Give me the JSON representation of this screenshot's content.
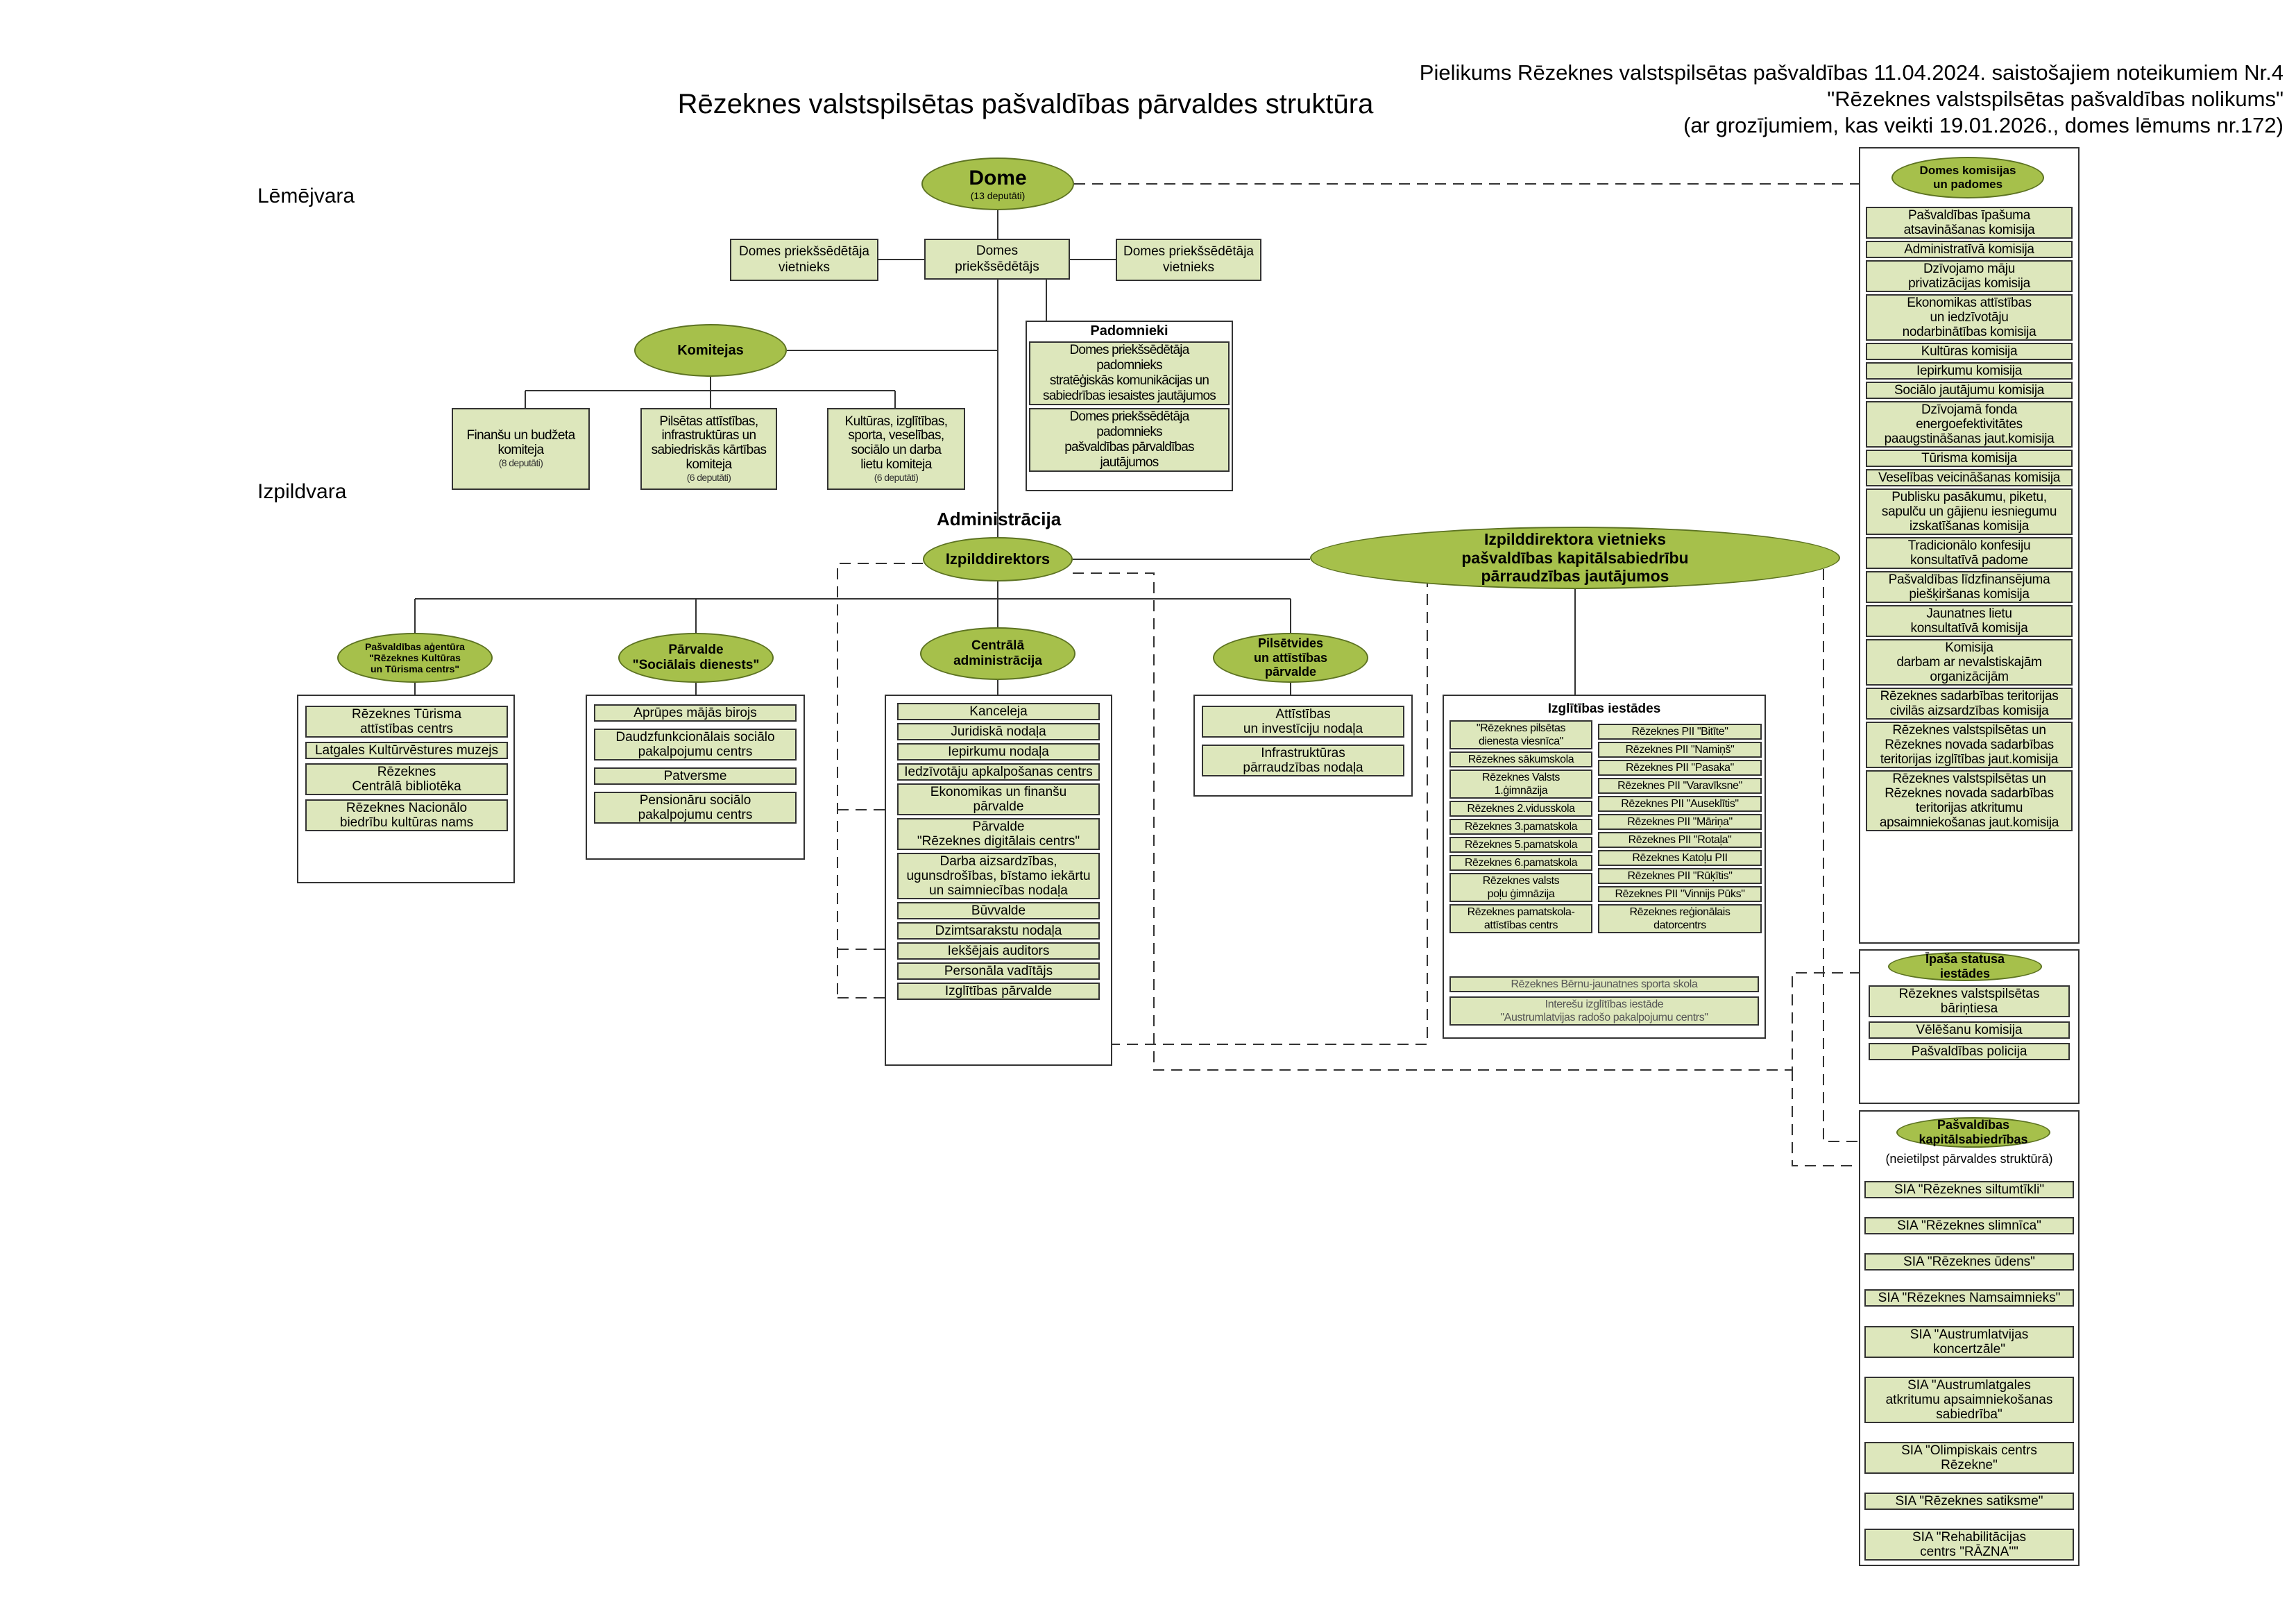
{
  "header": {
    "title": "Rēzeknes valstspilsētas pašvaldības pārvaldes struktūra",
    "annex_line1": "Pielikums  Rēzeknes valstspilsētas pašvaldības 11.04.2024. saistošajiem noteikumiem Nr.4",
    "annex_line2": "\"Rēzeknes valstspilsētas pašvaldības nolikums\"",
    "annex_line3": "(ar grozījumiem, kas veikti 19.01.2026., domes lēmums nr.172)"
  },
  "sections": {
    "legislative": "Lēmējvara",
    "executive": "Izpildvara"
  },
  "dome": {
    "title": "Dome",
    "note": "(13 deputāti)"
  },
  "chair": {
    "chairman": "Domes\npriekšsēdētājs",
    "deputy_left": "Domes priekšsēdētāja\nvietnieks",
    "deputy_right": "Domes priekšsēdētāja\nvietnieks"
  },
  "advisors": {
    "title": "Padomnieki",
    "items": [
      "Domes priekšsēdētāja\npadomnieks\nstratēģiskās komunikācijas un\nsabiedrības iesaistes jautājumos",
      "Domes priekšsēdētāja\npadomnieks\npašvaldības pārvaldības\njautājumos"
    ]
  },
  "committees": {
    "title": "Komitejas",
    "items": [
      {
        "name": "Finanšu un budžeta\nkomiteja",
        "note": "(8 deputāti)"
      },
      {
        "name": "Pilsētas attīstības,\ninfrastruktūras un\nsabiedriskās kārtības\nkomiteja",
        "note": "(6 deputāti)"
      },
      {
        "name": "Kultūras, izglītības,\nsporta, veselības,\nsociālo un darba\nlietu komiteja",
        "note": "(6 deputāti)"
      }
    ]
  },
  "administration": {
    "label": "Administrācija",
    "director": "Izpilddirektors",
    "deputy_director": "Izpilddirektora vietnieks\npašvaldības kapitālsabiedrību\npārraudzības jautājumos"
  },
  "agency": {
    "title": "Pašvaldības aģentūra\n\"Rēzeknes Kultūras\nun Tūrisma centrs\"",
    "items": [
      "Rēzeknes Tūrisma\nattīstības centrs",
      "Latgales Kultūrvēstures muzejs",
      "Rēzeknes\nCentrālā bibliotēka",
      "Rēzeknes  Nacionālo\nbiedrību kultūras nams"
    ]
  },
  "social": {
    "title": "Pārvalde\n\"Sociālais dienests\"",
    "items": [
      "Aprūpes mājās birojs",
      "Daudzfunkcionālais sociālo\npakalpojumu centrs",
      "Patversme",
      "Pensionāru sociālo\npakalpojumu centrs"
    ]
  },
  "central": {
    "title": "Centrālā\nadministrācija",
    "items": [
      "Kanceleja",
      "Juridiskā nodaļa",
      "Iepirkumu nodaļa",
      "Iedzīvotāju apkalpošanas centrs",
      "Ekonomikas un finanšu\npārvalde",
      "Pārvalde\n\"Rēzeknes digitālais centrs\"",
      "Darba aizsardzības,\nugunsdrošības, bīstamo iekārtu\nun saimniecības nodaļa",
      "Būvvalde",
      "Dzimtsarakstu nodaļa",
      "Iekšējais auditors",
      "Personāla vadītājs",
      "Izglītības pārvalde"
    ]
  },
  "urban": {
    "title": "Pilsētvides\nun attīstības\npārvalde",
    "items": [
      "Attīstības\nun investīciju nodaļa",
      "Infrastruktūras\npārraudzības nodaļa"
    ]
  },
  "education": {
    "title": "Izglītības iestādes",
    "left": [
      "\"Rēzeknes pilsētas\ndienesta viesnīca\"",
      "Rēzeknes sākumskola",
      "Rēzeknes Valsts\n1.ģimnāzija",
      "Rēzeknes 2.vidusskola",
      "Rēzeknes 3.pamatskola",
      "Rēzeknes 5.pamatskola",
      "Rēzeknes 6.pamatskola",
      "Rēzeknes valsts\npoļu ģimnāzija",
      "Rēzeknes pamatskola-\nattīstības centrs"
    ],
    "right": [
      "Rēzeknes PII \"Bitīte\"",
      "Rēzeknes PII \"Namiņš\"",
      "Rēzeknes PII \"Pasaka\"",
      "Rēzeknes PII \"Varavīksne\"",
      "Rēzeknes PII \"Auseklītis\"",
      "Rēzeknes PII \"Māriņa\"",
      "Rēzeknes PII \"Rotaļa\"",
      "Rēzeknes Katoļu PII",
      "Rēzeknes PII \"Rūķītis\"",
      "Rēzeknes PII \"Vinnijs Pūks\"",
      "Rēzeknes reģionālais\ndatorcentrs"
    ],
    "bottom": [
      "Rēzeknes Bērnu-jaunatnes sporta skola",
      "Interešu izglītības iestāde\n\"Austrumlatvijas radošo pakalpojumu centrs\""
    ]
  },
  "commissions": {
    "title": "Domes komisijas\nun padomes",
    "items": [
      "Pašvaldības īpašuma\natsavināšanas komisija",
      "Administratīvā komisija",
      "Dzīvojamo māju\nprivatizācijas komisija",
      "Ekonomikas attīstības\nun iedzīvotāju\nnodarbinātības komisija",
      "Kultūras komisija",
      "Iepirkumu komisija",
      "Sociālo jautājumu komisija",
      "Dzīvojamā fonda\nenergoefektivitātes\npaaugstināšanas jaut.komisija",
      "Tūrisma komisija",
      "Veselības veicināšanas komisija",
      "Publisku pasākumu, piketu,\nsapulču un gājienu iesniegumu\nizskatīšanas komisija",
      "Tradicionālo konfesiju\nkonsultatīvā padome",
      "Pašvaldības līdzfinansējuma\npiešķiršanas komisija",
      "Jaunatnes lietu\nkonsultatīvā komisija",
      "Komisija\ndarbam ar nevalstiskajām\norganizācijām",
      "Rēzeknes sadarbības teritorijas\ncivilās aizsardzības komisija",
      "Rēzeknes valstspilsētas un\nRēzeknes novada sadarbības\nteritorijas izglītības jaut.komisija",
      "Rēzeknes valstspilsētas un\nRēzeknes novada sadarbības\nteritorijas atkritumu\napsaimniekošanas jaut.komisija"
    ]
  },
  "special": {
    "title": "Īpaša statusa\niestādes",
    "items": [
      "Rēzeknes valstspilsētas\nbāriņtiesa",
      "Vēlēšanu komisija",
      "Pašvaldības policija"
    ]
  },
  "companies": {
    "title": "Pašvaldības\nkapitālsabiedrības",
    "note": "(neietilpst pārvaldes struktūrā)",
    "items": [
      "SIA \"Rēzeknes siltumtīkli\"",
      "SIA  \"Rēzeknes slimnīca\"",
      "SIA  \"Rēzeknes ūdens\"",
      "SIA  \"Rēzeknes Namsaimnieks\"",
      "SIA  \"Austrumlatvijas\nkoncertzāle\"",
      "SIA  \"Austrumlatgales\natkritumu apsaimniekošanas\nsabiedrība\"",
      "SIA  \"Olimpiskais centrs\nRēzekne\"",
      "SIA  \"Rēzeknes satiksme\"",
      "SIA \"Rehabilitācijas\ncentrs \"RĀZNA\"\""
    ]
  },
  "colors": {
    "ellipse": "#a6c04b",
    "box": "#dde7bc",
    "line": "#333333"
  }
}
